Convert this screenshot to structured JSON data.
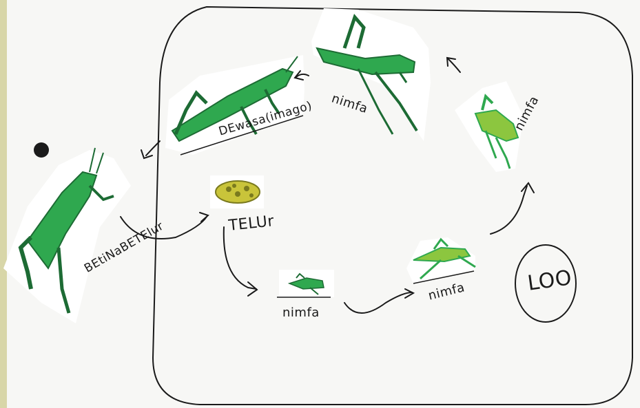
{
  "labels": {
    "adult": "DEwasa(imago)",
    "nymph_top": "nimfa",
    "nymph_right": "nimfa",
    "nymph_mid": "nimfa",
    "nymph_bottom": "nimfa",
    "egg": "TELUr",
    "laying": "BEtiNaBETElur",
    "mark": "LOO"
  },
  "colors": {
    "ink": "#1a1a1a",
    "grasshopper": "#2fa84f",
    "grasshopper_dark": "#1d6b34",
    "nymph_light": "#8cc63f",
    "egg": "#c9c43a"
  },
  "icons": {
    "hole": "punch-hole-icon",
    "grasshopper": "grasshopper-icon",
    "egg": "egg-cluster-icon",
    "arrow": "arrow-icon"
  }
}
